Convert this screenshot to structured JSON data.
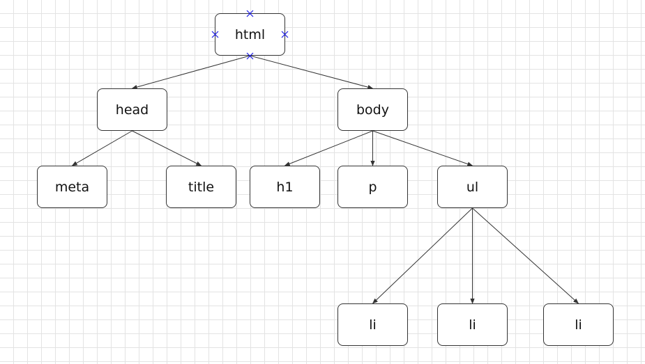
{
  "diagram": {
    "line_color": "#333333",
    "handle_color": "#1a1ae6",
    "selected_node": "html",
    "nodes": [
      {
        "id": "html",
        "label": "html"
      },
      {
        "id": "head",
        "label": "head"
      },
      {
        "id": "body",
        "label": "body"
      },
      {
        "id": "meta",
        "label": "meta"
      },
      {
        "id": "title",
        "label": "title"
      },
      {
        "id": "h1",
        "label": "h1"
      },
      {
        "id": "p",
        "label": "p"
      },
      {
        "id": "ul",
        "label": "ul"
      },
      {
        "id": "li1",
        "label": "li"
      },
      {
        "id": "li2",
        "label": "li"
      },
      {
        "id": "li3",
        "label": "li"
      }
    ],
    "edges": [
      {
        "from": "html",
        "to": "head"
      },
      {
        "from": "html",
        "to": "body"
      },
      {
        "from": "head",
        "to": "meta"
      },
      {
        "from": "head",
        "to": "title"
      },
      {
        "from": "body",
        "to": "h1"
      },
      {
        "from": "body",
        "to": "p"
      },
      {
        "from": "body",
        "to": "ul"
      },
      {
        "from": "ul",
        "to": "li1"
      },
      {
        "from": "ul",
        "to": "li2"
      },
      {
        "from": "ul",
        "to": "li3"
      }
    ]
  }
}
